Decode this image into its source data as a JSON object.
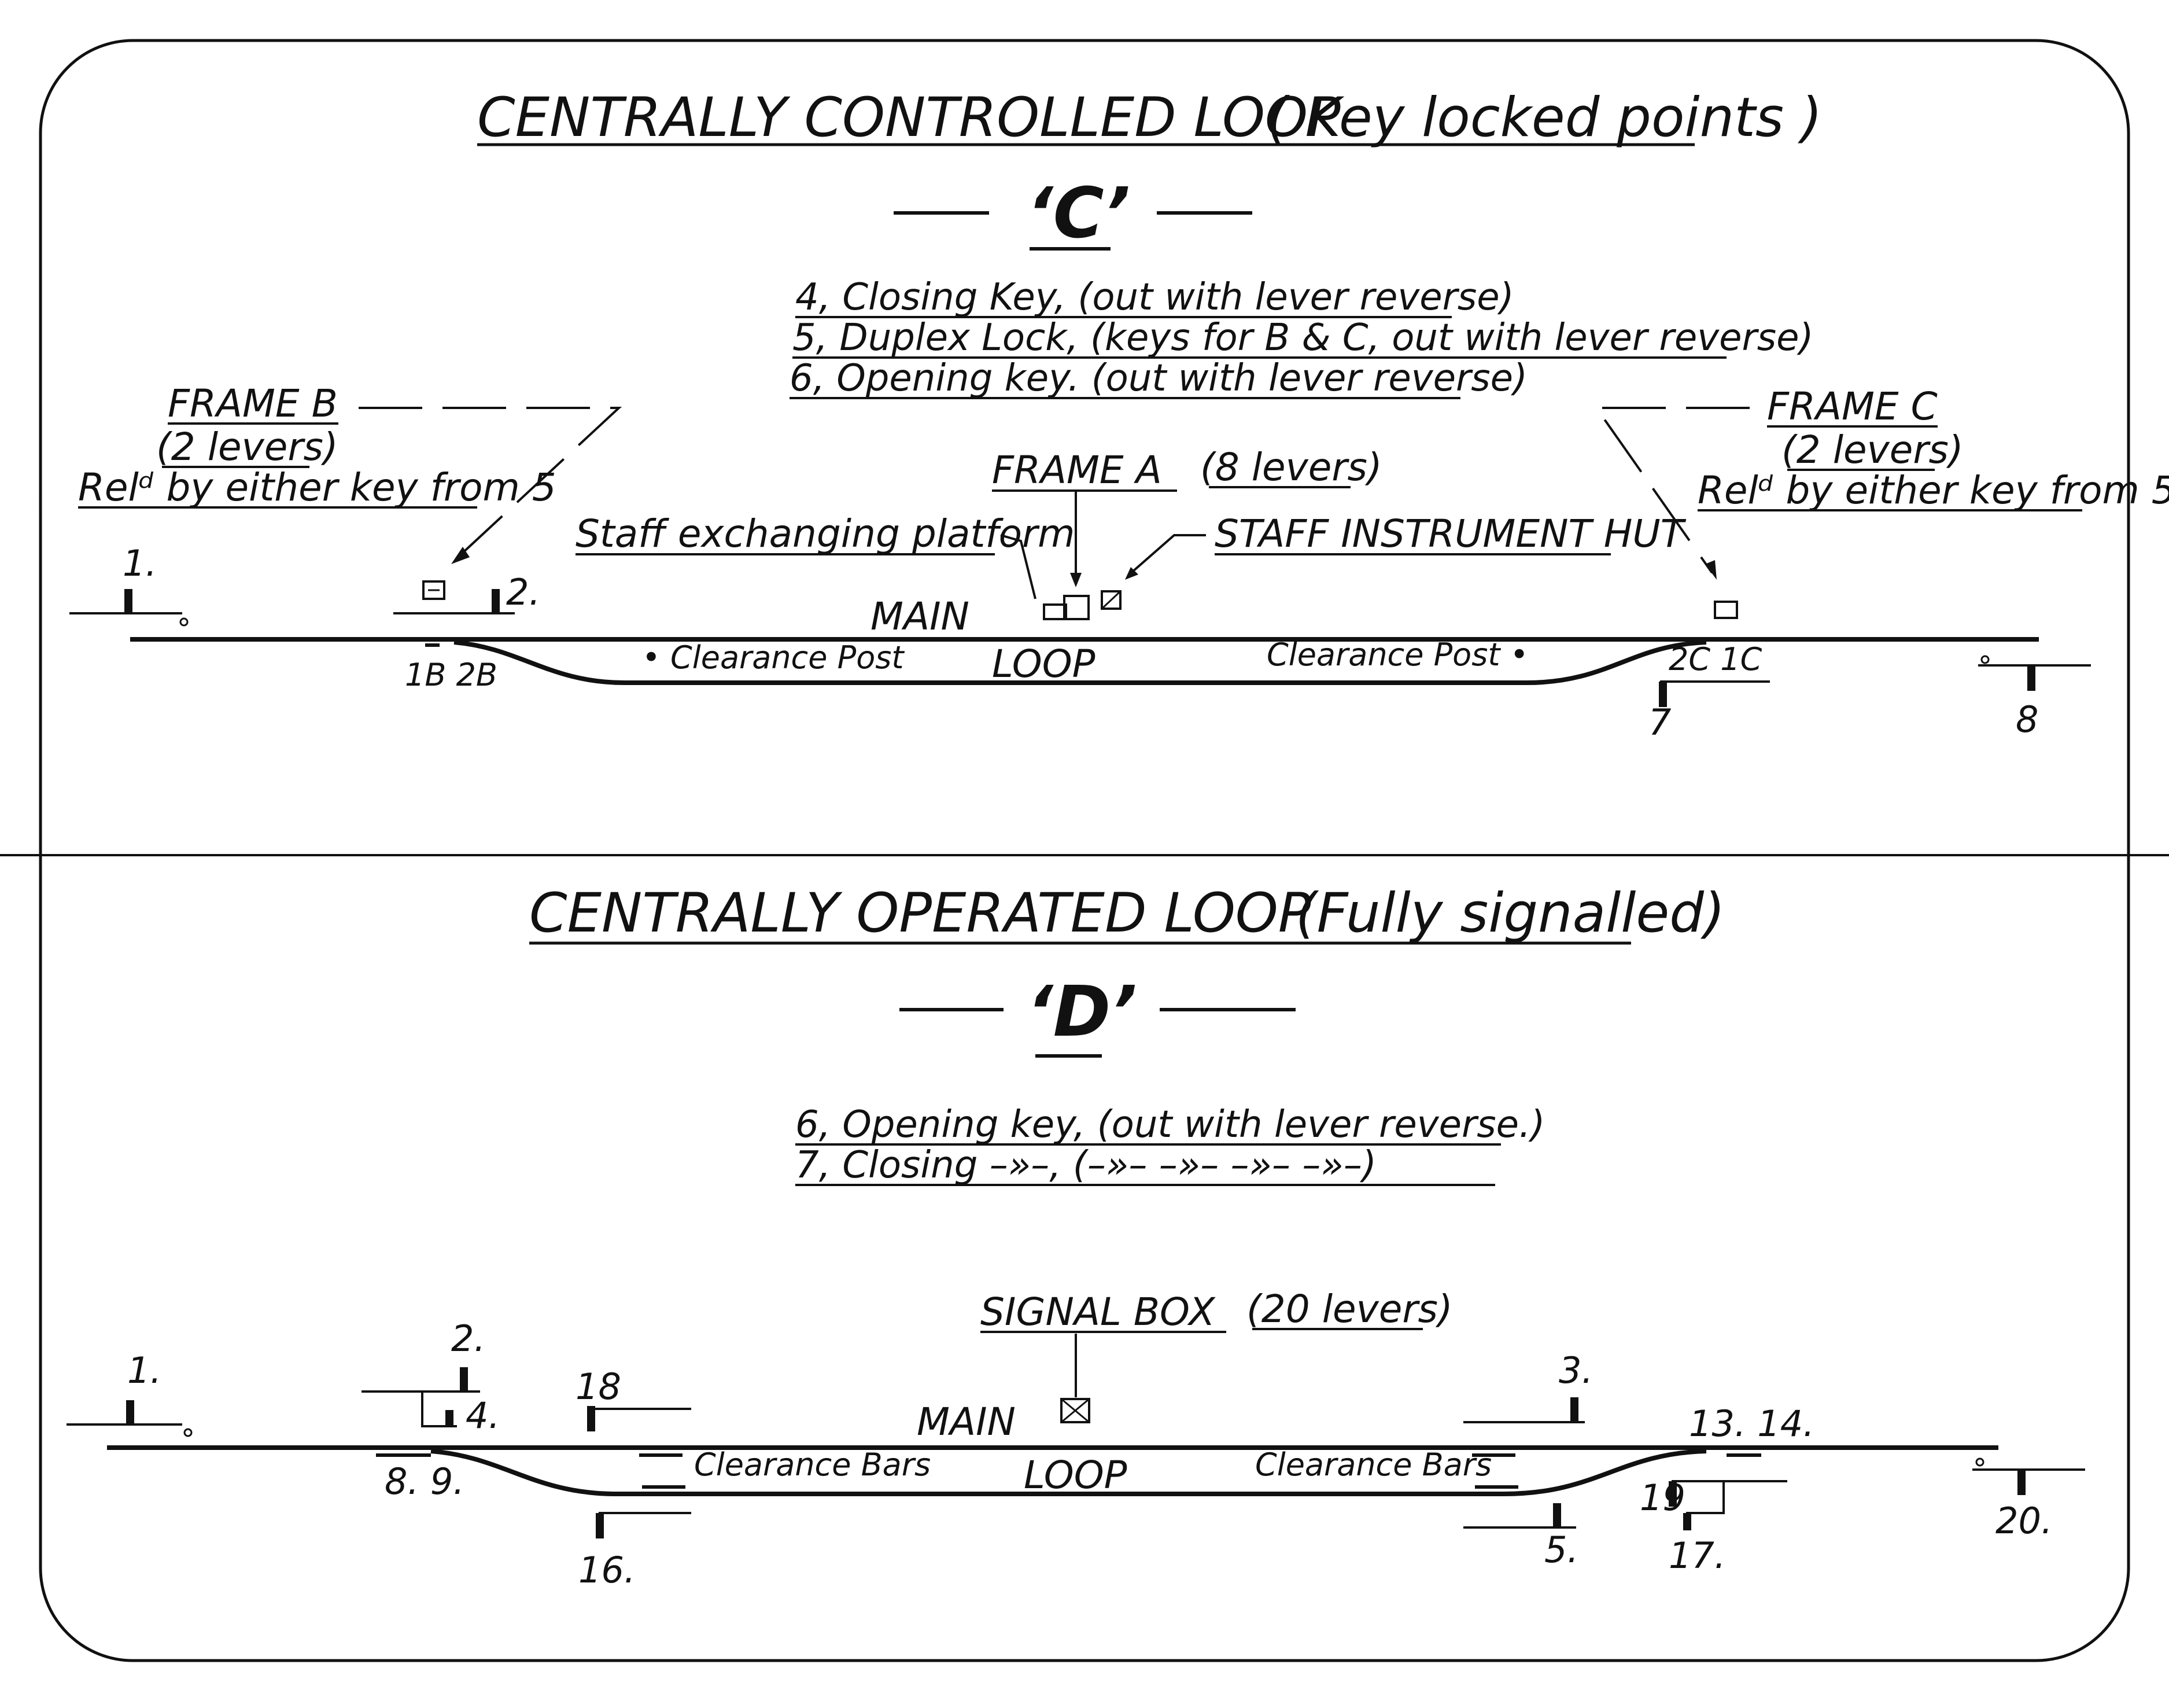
{
  "top": {
    "title": "CENTRALLY CONTROLLED LOOP",
    "title_note": "( Key locked points )",
    "letter": "‘C’",
    "notes": [
      "4, Closing Key, (out with lever reverse)",
      "5, Duplex Lock, (keys for B & C, out with lever reverse)",
      "6, Opening key. (out with lever reverse)"
    ],
    "frame_b": {
      "title": "FRAME B",
      "levers": "(2 levers)",
      "release": "Relᵈ by either key from 5"
    },
    "frame_c": {
      "title": "FRAME C",
      "levers": "(2 levers)",
      "release": "Relᵈ by either key from 5"
    },
    "frame_a": {
      "title": "FRAME A",
      "levers": "(8 levers)"
    },
    "staff_platform": "Staff exchanging platform",
    "staff_hut": "STAFF INSTRUMENT HUT",
    "main_label": "MAIN",
    "loop_label": "LOOP",
    "clearance_left": "• Clearance Post",
    "clearance_right": "Clearance Post •",
    "levers": {
      "n1": "1.",
      "n2": "2.",
      "n7": "7",
      "n8": "8",
      "n1b2b": "1B 2B",
      "n2c1c": "2C 1C"
    }
  },
  "bottom": {
    "title": "CENTRALLY OPERATED LOOP",
    "title_note": "(Fully signalled)",
    "letter": "‘D’",
    "notes": [
      "6, Opening key, (out with lever reverse.)",
      "7, Closing –»–, (–»– –»– –»– –»–)"
    ],
    "signal_box": {
      "title": "SIGNAL BOX",
      "levers": "(20 levers)"
    },
    "main_label": "MAIN",
    "loop_label": "LOOP",
    "clearance_left": "Clearance Bars",
    "clearance_right": "Clearance Bars",
    "levers": {
      "n1": "1.",
      "n2": "2.",
      "n3": "3.",
      "n4": "4.",
      "n5": "5.",
      "n89": "8. 9.",
      "n1314": "13. 14.",
      "n16": "16.",
      "n17": "17.",
      "n18": "18",
      "n19": "19",
      "n20": "20."
    }
  }
}
